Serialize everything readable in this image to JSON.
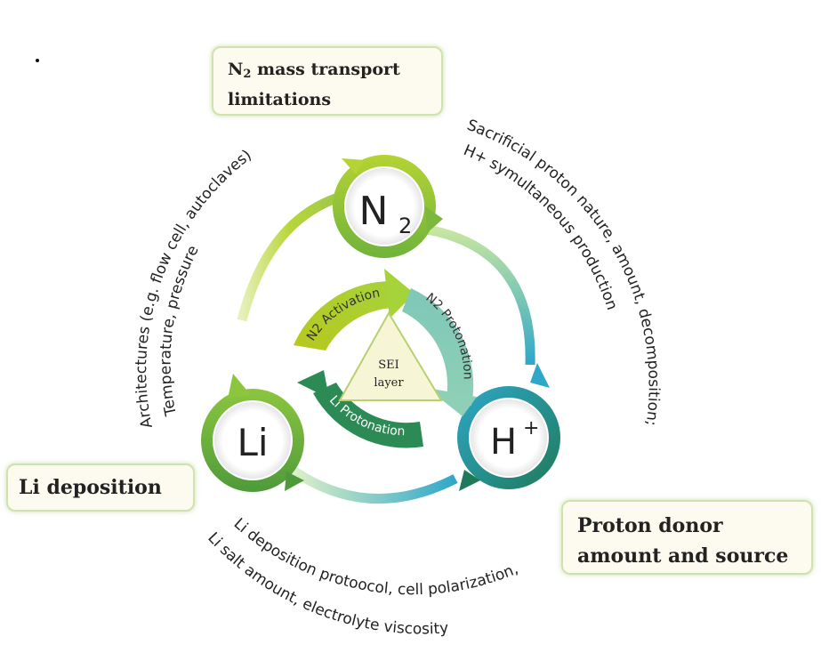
{
  "boxes": {
    "n2_line1_suffix": "mass transport",
    "n2_line2": "limitations",
    "li": "Li deposition",
    "h_line1": "Proton donor",
    "h_line2": "amount and source"
  },
  "nodes": {
    "n2_main": "N",
    "n2_sub": "2",
    "li": "Li",
    "h_main": "H",
    "h_sup": "+"
  },
  "center": {
    "line1": "SEI",
    "line2": "layer"
  },
  "inner_arrows": {
    "activation": "N2 Activation",
    "n2_protonation": "N2 Protonation",
    "li_protonation": "Li Protonation"
  },
  "outer_text": {
    "left_outer": "Architectures (e.g. flow cell, autoclaves)",
    "left_inner": "Temperature, pressure",
    "right_outer": "Sacrificial proton nature, amount, decomposition;",
    "right_inner": "H+ symultaneous production",
    "bottom_inner": "Li deposition protoocol, cell polarization,",
    "bottom_outer": "Li salt amount, electrolyte viscosity"
  },
  "colors": {
    "green_light": "#b5d334",
    "green_mid": "#7cb83e",
    "teal": "#2fa7c9",
    "dark_green": "#2c8a55",
    "box_border": "#cfe3ae"
  }
}
